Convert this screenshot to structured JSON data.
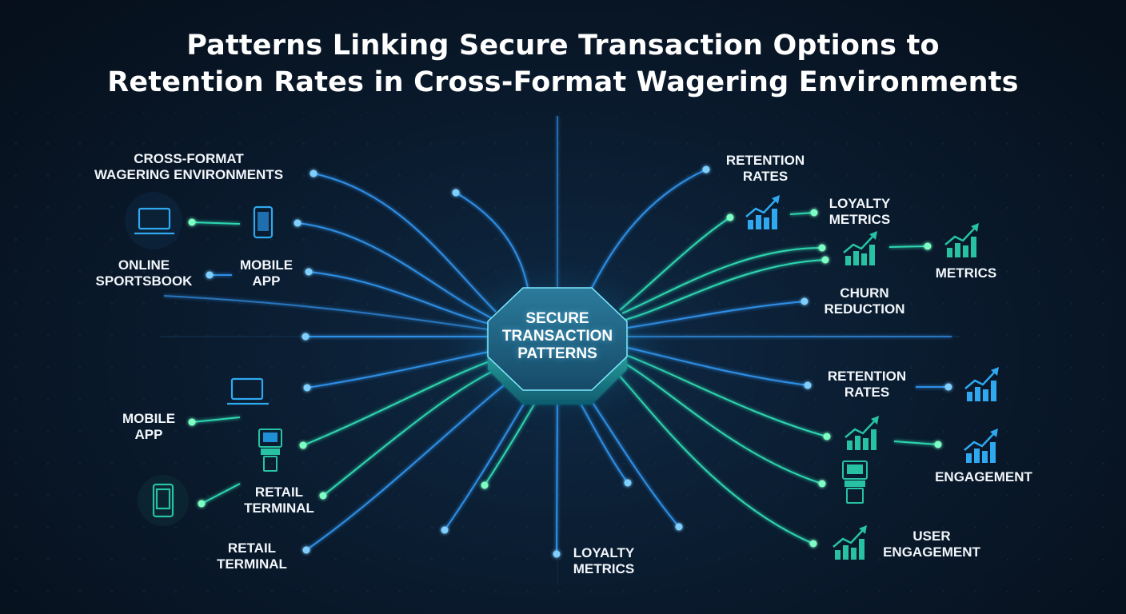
{
  "title": {
    "line1": "Patterns Linking Secure Transaction Options to",
    "line2": "Retention Rates in Cross-Format Wagering Environments"
  },
  "hub": {
    "line1": "SECURE",
    "line2": "TRANSACTION",
    "line3": "PATTERNS"
  },
  "left_labels": {
    "cross_format": {
      "line1": "CROSS-FORMAT",
      "line2": "WAGERING ENVIRONMENTS"
    },
    "online_sportsbook": {
      "line1": "ONLINE",
      "line2": "SPORTSBOOK"
    },
    "mobile_app_top": {
      "line1": "MOBILE",
      "line2": "APP"
    },
    "mobile_app_bottom": {
      "line1": "MOBILE",
      "line2": "APP"
    },
    "retail_terminal_mid": {
      "line1": "RETAIL",
      "line2": "TERMINAL"
    },
    "retail_terminal_bottom": {
      "line1": "RETAIL",
      "line2": "TERMINAL"
    }
  },
  "bottom_labels": {
    "loyalty_metrics": {
      "line1": "LOYALTY",
      "line2": "METRICS"
    }
  },
  "right_labels": {
    "retention_rates_top": {
      "line1": "RETENTION",
      "line2": "RATES"
    },
    "loyalty_metrics": {
      "line1": "LOYALTY",
      "line2": "METRICS"
    },
    "metrics": {
      "line1": "METRICS"
    },
    "churn_reduction": {
      "line1": "CHURN",
      "line2": "REDUCTION"
    },
    "retention_rates_mid": {
      "line1": "RETENTION",
      "line2": "RATES"
    },
    "engagement": {
      "line1": "ENGAGEMENT"
    },
    "user_engagement": {
      "line1": "USER",
      "line2": "ENGAGEMENT"
    }
  },
  "icons": {
    "laptop": "laptop-icon",
    "phone": "smartphone-icon",
    "terminal": "retail-terminal-icon",
    "chart": "growth-bar-chart-icon"
  },
  "colors": {
    "background": "#081524",
    "blue_line": "#2f8fe6",
    "teal_line": "#2fd6b0",
    "node_blue": "#7fd0ff",
    "node_green": "#7effc4",
    "hub_top": "#1a5876",
    "icon_blue": "#1f8fd6",
    "icon_teal": "#27c2a4"
  }
}
